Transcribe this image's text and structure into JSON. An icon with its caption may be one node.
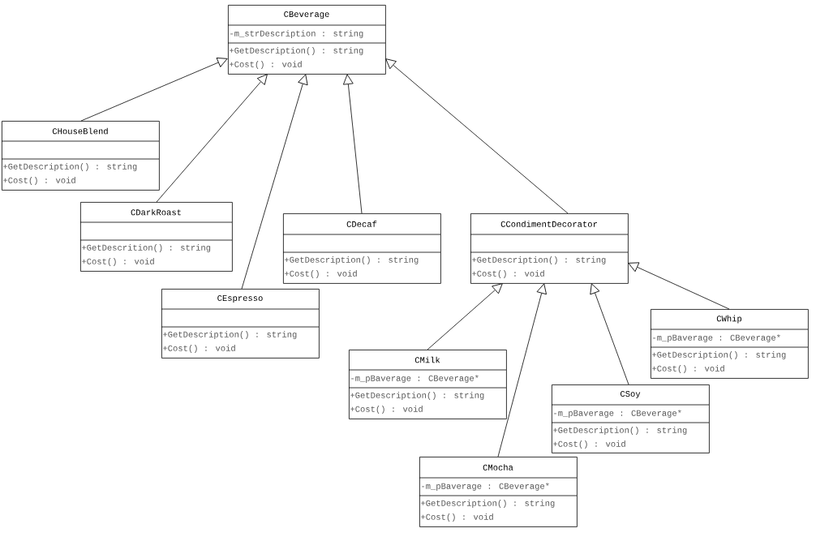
{
  "diagram": {
    "nodes": [
      {
        "text": [
          "CBeverage",
          "-m_strDescription : string",
          "+GetDescription() : string",
          "+Cost() : void"
        ]
      },
      {
        "text": [
          "CHouseBlend",
          "+GetDescription() : string",
          "+Cost() : void"
        ]
      },
      {
        "text": [
          "CDarkRoast",
          "+GetDescrition() : string",
          "+Cost() : void"
        ]
      },
      {
        "text": [
          "CDecaf",
          "+GetDescription() : string",
          "+Cost() : void"
        ]
      },
      {
        "text": [
          "CCondimentDecorator",
          "+GetDescription() : string",
          "+Cost() : void"
        ]
      },
      {
        "text": [
          "CEspresso",
          "+GetDescription() : string",
          "+Cost() : void"
        ]
      },
      {
        "text": [
          "CWhip",
          "-m_pBaverage : CBeverage*",
          "+GetDescription() : string",
          "+Cost() : void"
        ]
      },
      {
        "text": [
          "CMilk",
          "-m_pBaverage : CBeverage*",
          "+GetDescription() : string",
          "+Cost() : void"
        ]
      },
      {
        "text": [
          "CSoy",
          "-m_pBaverage : CBeverage*",
          "+GetDescription() : string",
          "+Cost() : void"
        ]
      },
      {
        "text": [
          "CMocha",
          "-m_pBaverage : CBeverage*",
          "+GetDescription() : string",
          "+Cost() : void"
        ]
      }
    ],
    "edges": [
      {
        "from": 1,
        "to": 0,
        "arrow": "to"
      },
      {
        "from": 2,
        "to": 0,
        "arrow": "to"
      },
      {
        "from": 5,
        "to": 0,
        "arrow": "to"
      },
      {
        "from": 3,
        "to": 0,
        "arrow": "to"
      },
      {
        "from": 4,
        "to": 0,
        "arrow": "to"
      },
      {
        "from": 7,
        "to": 4,
        "arrow": "to"
      },
      {
        "from": 9,
        "to": 4,
        "arrow": "to"
      },
      {
        "from": 8,
        "to": 4,
        "arrow": "to"
      },
      {
        "from": 6,
        "to": 4,
        "arrow": "to"
      }
    ]
  }
}
